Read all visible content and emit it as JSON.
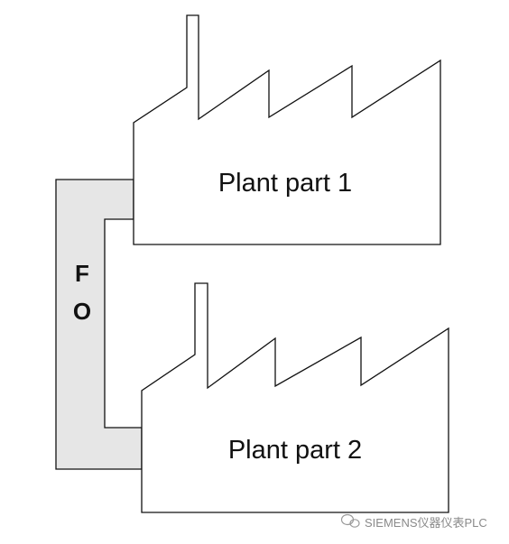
{
  "diagram": {
    "fiber_optic_label_line1": "F",
    "fiber_optic_label_line2": "O",
    "plant1_label": "Plant part 1",
    "plant2_label": "Plant part 2"
  },
  "watermark": {
    "text": "SIEMENS仪器仪表PLC"
  },
  "colors": {
    "line": "#111111",
    "fo_fill": "#e6e6e6",
    "background": "#ffffff"
  }
}
